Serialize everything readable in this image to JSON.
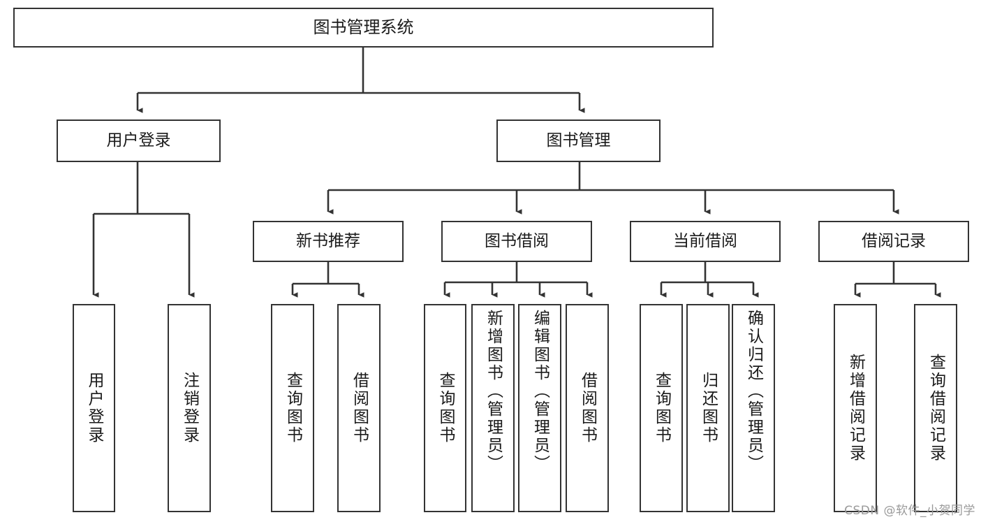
{
  "diagram": {
    "title": "图书管理系统",
    "watermark": "CSDN @软件_小贺同学",
    "colors": {
      "box_border": "#333333",
      "box_fill": "#ffffff",
      "connector": "#333333",
      "text": "#1a1a1a",
      "watermark": "#9a9a9a",
      "background": "#ffffff"
    },
    "levels": {
      "root": "图书管理系统",
      "level2": [
        "用户登录",
        "图书管理"
      ],
      "level3": [
        "新书推荐",
        "图书借阅",
        "当前借阅",
        "借阅记录"
      ]
    },
    "nodes": {
      "root": "图书管理系统",
      "user_login": "用户登录",
      "book_manage": "图书管理",
      "new_book_rec": "新书推荐",
      "book_borrow": "图书借阅",
      "current_borrow": "当前借阅",
      "borrow_record": "借阅记录",
      "leaf_user_login": "用户登录",
      "leaf_logout": "注销登录",
      "leaf_query_book_1": "查询图书",
      "leaf_borrow_book_1": "借阅图书",
      "leaf_query_book_2": "查询图书",
      "leaf_add_book_admin": "新增图书（管理员）",
      "leaf_edit_book_admin": "编辑图书（管理员）",
      "leaf_borrow_book_2": "借阅图书",
      "leaf_query_book_3": "查询图书",
      "leaf_return_book": "归还图书",
      "leaf_confirm_return_admin": "确认归还（管理员）",
      "leaf_add_record": "新增借阅记录",
      "leaf_query_record": "查询借阅记录"
    },
    "tree": [
      {
        "label": "图书管理系统",
        "children": [
          {
            "label": "用户登录",
            "children": [
              {
                "label": "用户登录"
              },
              {
                "label": "注销登录"
              }
            ]
          },
          {
            "label": "图书管理",
            "children": [
              {
                "label": "新书推荐",
                "children": [
                  {
                    "label": "查询图书"
                  },
                  {
                    "label": "借阅图书"
                  }
                ]
              },
              {
                "label": "图书借阅",
                "children": [
                  {
                    "label": "查询图书"
                  },
                  {
                    "label": "新增图书（管理员）"
                  },
                  {
                    "label": "编辑图书（管理员）"
                  },
                  {
                    "label": "借阅图书"
                  }
                ]
              },
              {
                "label": "当前借阅",
                "children": [
                  {
                    "label": "查询图书"
                  },
                  {
                    "label": "归还图书"
                  },
                  {
                    "label": "确认归还（管理员）"
                  }
                ]
              },
              {
                "label": "借阅记录",
                "children": [
                  {
                    "label": "新增借阅记录"
                  },
                  {
                    "label": "查询借阅记录"
                  }
                ]
              }
            ]
          }
        ]
      }
    ]
  }
}
